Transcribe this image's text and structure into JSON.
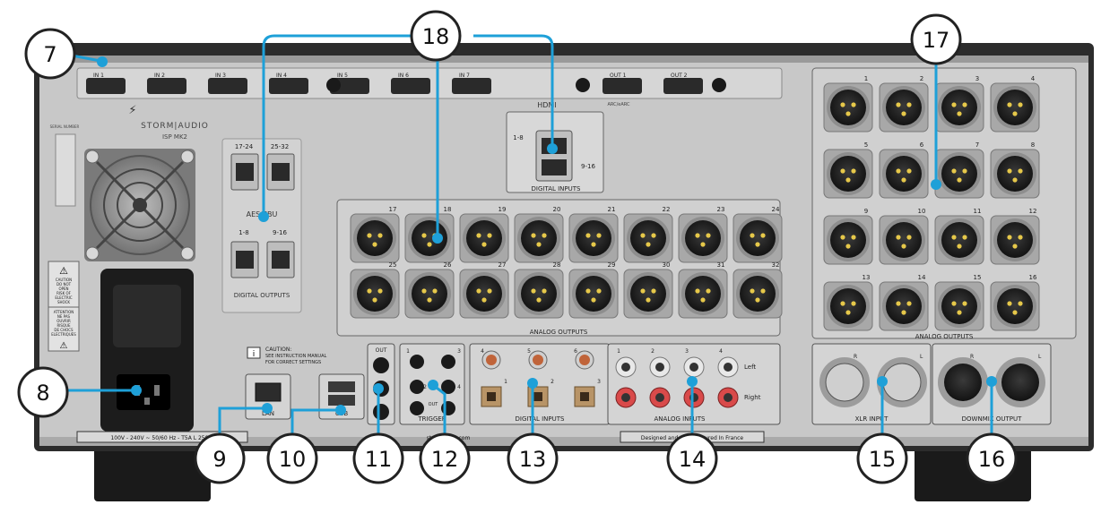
{
  "brand": {
    "name": "STORM|AUDIO",
    "model": "ISP MK2",
    "serial_label": "SERIAL NUMBER"
  },
  "hdmi": {
    "inputs": [
      "IN 1",
      "IN 2",
      "IN 3",
      "IN 4",
      "IN 5",
      "IN 6",
      "IN 7"
    ],
    "outputs": [
      "OUT 1",
      "OUT 2"
    ],
    "group_label": "HDMI",
    "arc_label": "ARC/eARC"
  },
  "aes": {
    "top": [
      "17-24",
      "25-32"
    ],
    "middle_label": "AES/EBU",
    "bottom": [
      "1-8",
      "9-16"
    ],
    "group_label": "DIGITAL OUTPUTS"
  },
  "digital_inputs_top": {
    "pins": [
      "1-8",
      "9-16"
    ],
    "label": "DIGITAL INPUTS"
  },
  "analog_outputs_center": {
    "row1": [
      "17",
      "18",
      "19",
      "20",
      "21",
      "22",
      "23",
      "24"
    ],
    "row2": [
      "25",
      "26",
      "27",
      "28",
      "29",
      "30",
      "31",
      "32"
    ],
    "label": "ANALOG OUTPUTS"
  },
  "analog_outputs_right": {
    "numbers": [
      "1",
      "2",
      "3",
      "4",
      "5",
      "6",
      "7",
      "8",
      "9",
      "10",
      "11",
      "12",
      "13",
      "14",
      "15",
      "16"
    ],
    "label": "ANALOG OUTPUTS"
  },
  "caution": {
    "title": "CAUTION:",
    "line1": "SEE INSTRUCTION MANUAL",
    "line2": "FOR CORRECT SETTINGS"
  },
  "warning": {
    "en": [
      "CAUTION",
      "DO NOT",
      "OPEN",
      "RISK OF",
      "ELECTRIC",
      "SHOCK"
    ],
    "fr": [
      "ATTENTION",
      "NE PAS",
      "OUVRIR",
      "RISQUE",
      "DE CHOCS",
      "ELECTRIQUES"
    ]
  },
  "lan_label": "LAN",
  "usb_label": "USB",
  "ir_label": "OUT",
  "trigger": {
    "label": "TRIGGER",
    "n1": "1",
    "n2": "2",
    "n3": "3",
    "n4": "4",
    "out": "OUT"
  },
  "digital_inputs_coax": {
    "nums": [
      "4",
      "5",
      "6"
    ],
    "optical_nums": [
      "1",
      "2",
      "3"
    ],
    "label": "DIGITAL INPUTS"
  },
  "analog_inputs": {
    "nums": [
      "1",
      "2",
      "3",
      "4"
    ],
    "left": "Left",
    "right": "Right",
    "label": "ANALOG INPUTS"
  },
  "xlr_input": {
    "r": "R",
    "l": "L",
    "label": "XLR INPUT"
  },
  "downmix": {
    "r": "R",
    "l": "L",
    "label": "DOWNMIX OUTPUT"
  },
  "power_text": "100V - 240V ~ 50/60 Hz - T5A L 250V",
  "website_text": "stormaudio.com",
  "made_text": "Designed and Manufactured In France",
  "callouts": [
    {
      "id": "7",
      "label": "7"
    },
    {
      "id": "8",
      "label": "8"
    },
    {
      "id": "9",
      "label": "9"
    },
    {
      "id": "10",
      "label": "10"
    },
    {
      "id": "11",
      "label": "11"
    },
    {
      "id": "12",
      "label": "12"
    },
    {
      "id": "13",
      "label": "13"
    },
    {
      "id": "14",
      "label": "14"
    },
    {
      "id": "15",
      "label": "15"
    },
    {
      "id": "16",
      "label": "16"
    },
    {
      "id": "17",
      "label": "17"
    },
    {
      "id": "18",
      "label": "18"
    }
  ],
  "colors": {
    "panel": "#c9c9c9",
    "frame": "#3a3a3a",
    "accent": "#1ea0d8",
    "callout_border": "#222222"
  }
}
